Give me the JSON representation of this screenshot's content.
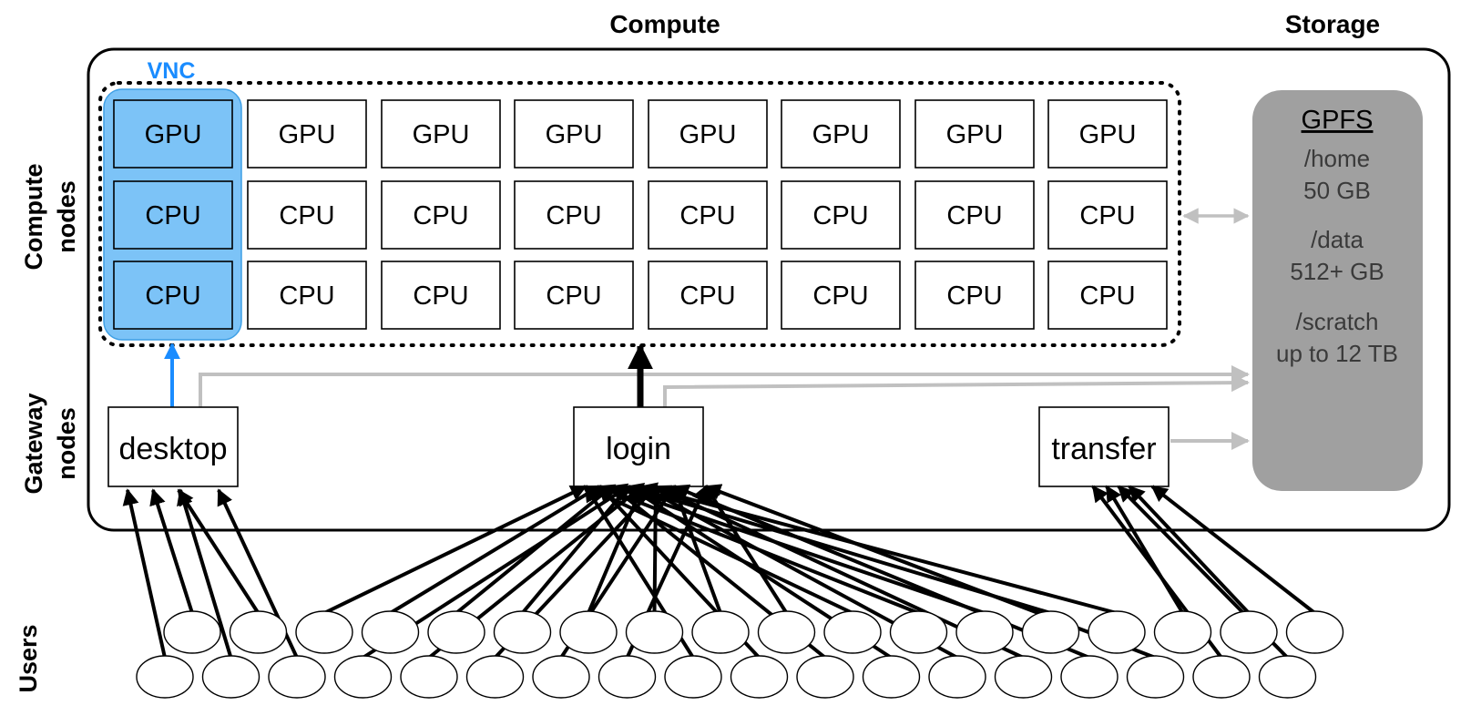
{
  "headers": {
    "compute": "Compute",
    "storage": "Storage"
  },
  "side_labels": {
    "compute_nodes": [
      "Compute",
      "nodes"
    ],
    "gateway_nodes": [
      "Gateway",
      "nodes"
    ],
    "users": "Users"
  },
  "vnc_label": "VNC",
  "node_grid": [
    [
      "GPU",
      "GPU",
      "GPU",
      "GPU",
      "GPU",
      "GPU",
      "GPU",
      "GPU"
    ],
    [
      "CPU",
      "CPU",
      "CPU",
      "CPU",
      "CPU",
      "CPU",
      "CPU",
      "CPU"
    ],
    [
      "CPU",
      "CPU",
      "CPU",
      "CPU",
      "CPU",
      "CPU",
      "CPU",
      "CPU"
    ]
  ],
  "gateways": {
    "desktop": "desktop",
    "login": "login",
    "transfer": "transfer"
  },
  "storage": {
    "title": "GPFS",
    "lines": [
      "/home",
      "50 GB",
      "/data",
      "512+ GB",
      "/scratch",
      "up to 12 TB"
    ]
  },
  "users": {
    "back_row_count": 18,
    "front_row_count": 18
  },
  "colors": {
    "vnc_fill": "#7cc3f7",
    "vnc_stroke": "#3fa0e6",
    "vnc_text": "#1a8cff",
    "storage_fill": "#a0a0a0",
    "arrow_gray": "#c0c0c0",
    "arrow_black": "#000000"
  }
}
